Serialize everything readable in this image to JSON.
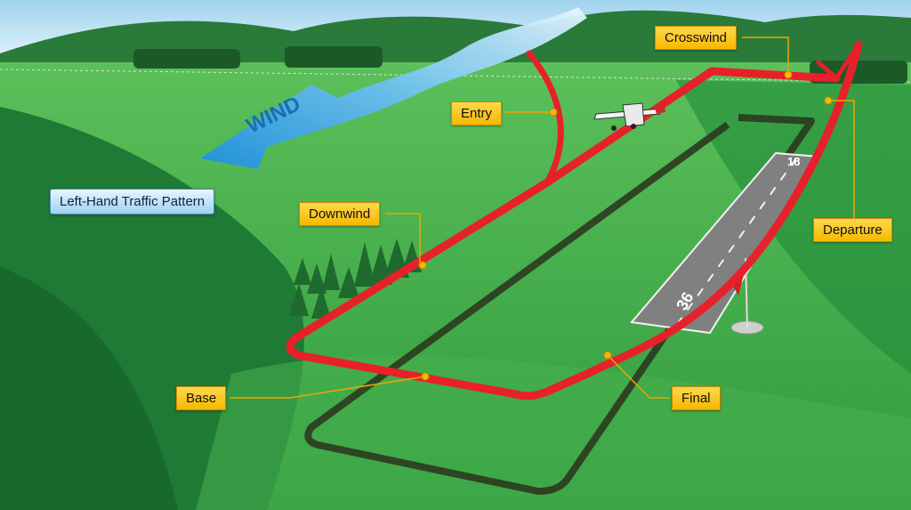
{
  "title": "Left-Hand Traffic Pattern",
  "wind_label": "WIND",
  "runway": {
    "near_number": "36",
    "far_number": "18"
  },
  "legs": {
    "crosswind": "Crosswind",
    "entry": "Entry",
    "downwind": "Downwind",
    "departure": "Departure",
    "base": "Base",
    "final": "Final"
  },
  "colors": {
    "pattern_path": "#e8202a",
    "ground_path": "#2b3a1f",
    "callout_fill": "#f6b800",
    "leader_line": "#f0a500",
    "wind_arrow": "#2e9be0",
    "runway": "#808080"
  }
}
